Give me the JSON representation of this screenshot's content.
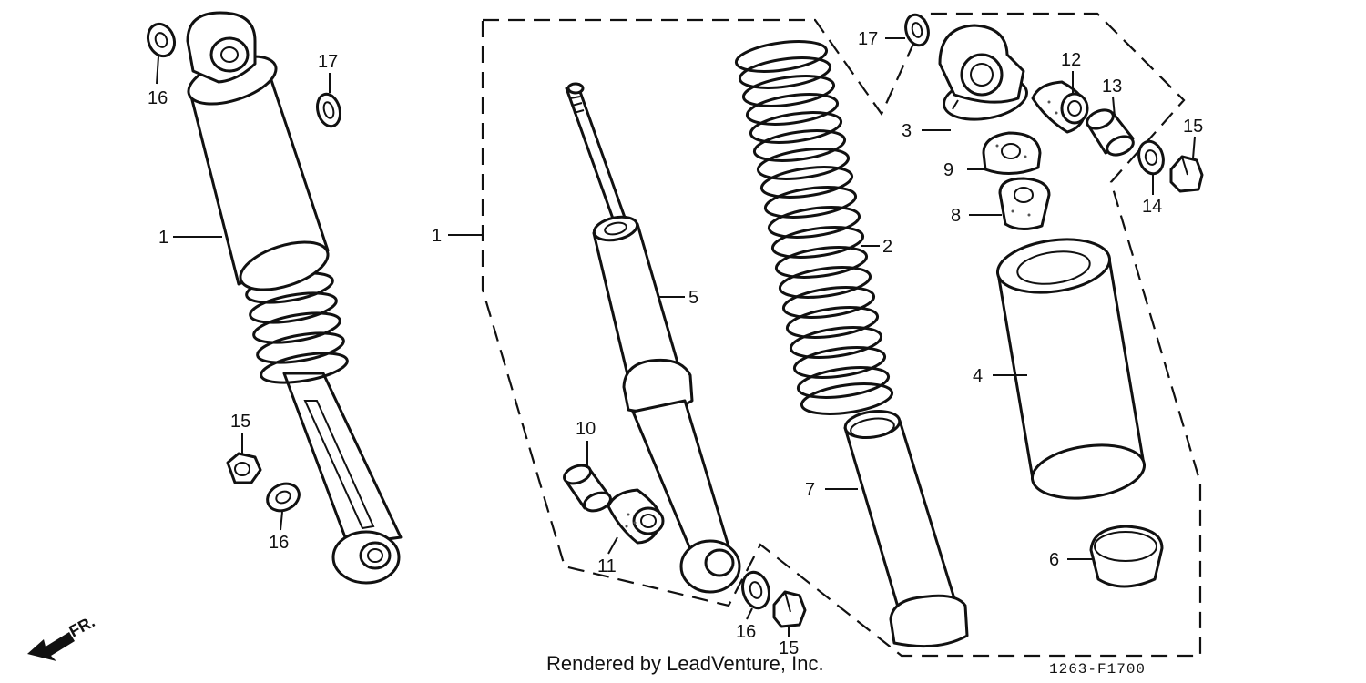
{
  "credit": "Rendered by LeadVenture, Inc.",
  "diagram_code": "1263-F1700",
  "direction_marker": "FR.",
  "callouts": [
    {
      "id": "c1a",
      "text": "1"
    },
    {
      "id": "c1b",
      "text": "1"
    },
    {
      "id": "c2",
      "text": "2"
    },
    {
      "id": "c3",
      "text": "3"
    },
    {
      "id": "c4",
      "text": "4"
    },
    {
      "id": "c5",
      "text": "5"
    },
    {
      "id": "c6",
      "text": "6"
    },
    {
      "id": "c7",
      "text": "7"
    },
    {
      "id": "c8",
      "text": "8"
    },
    {
      "id": "c9",
      "text": "9"
    },
    {
      "id": "c10",
      "text": "10"
    },
    {
      "id": "c11",
      "text": "11"
    },
    {
      "id": "c12",
      "text": "12"
    },
    {
      "id": "c13",
      "text": "13"
    },
    {
      "id": "c14",
      "text": "14"
    },
    {
      "id": "c15a",
      "text": "15"
    },
    {
      "id": "c15b",
      "text": "15"
    },
    {
      "id": "c15c",
      "text": "15"
    },
    {
      "id": "c16a",
      "text": "16"
    },
    {
      "id": "c16b",
      "text": "16"
    },
    {
      "id": "c16c",
      "text": "16"
    },
    {
      "id": "c17a",
      "text": "17"
    },
    {
      "id": "c17b",
      "text": "17"
    }
  ]
}
